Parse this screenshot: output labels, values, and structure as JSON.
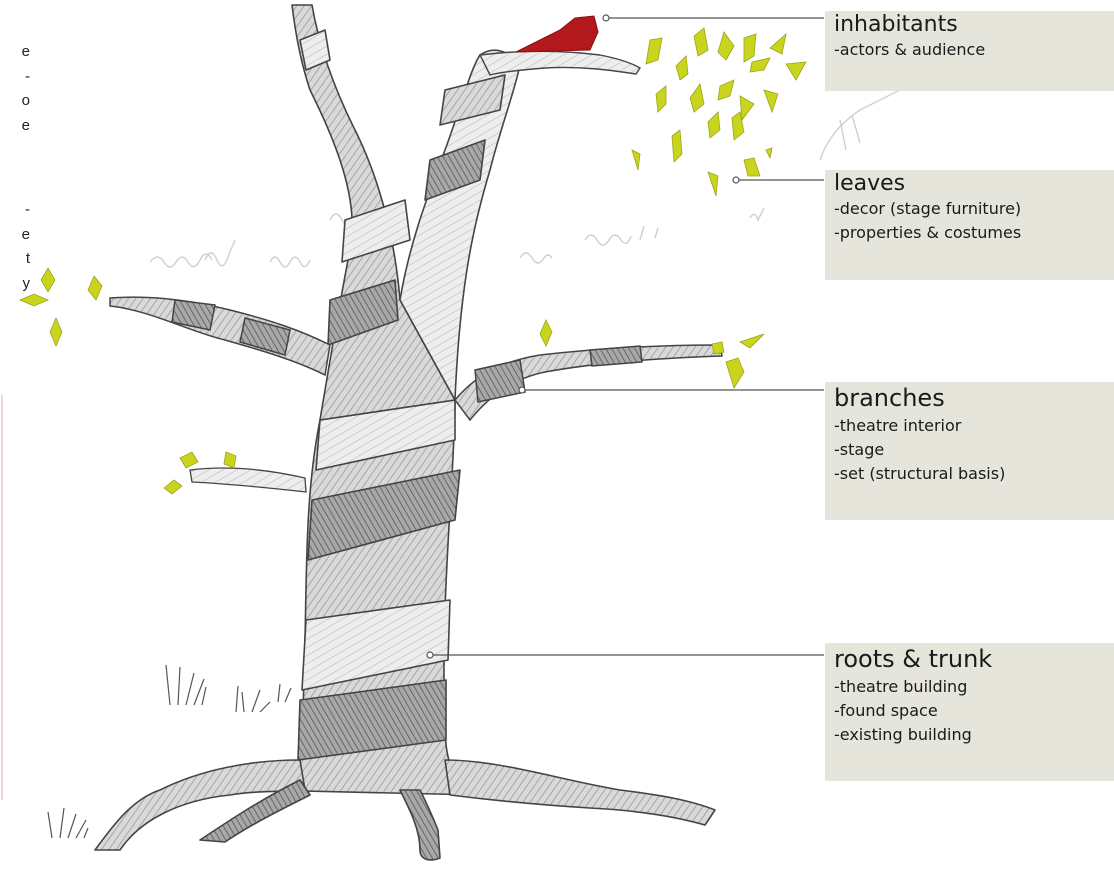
{
  "left_margin_text": {
    "group1": [
      "e",
      "-",
      "o",
      "e"
    ],
    "group2": [
      "-",
      "e",
      "t",
      "y"
    ]
  },
  "labels": [
    {
      "id": "inhabitants",
      "title": "inhabitants",
      "items": [
        "-actors & audience"
      ]
    },
    {
      "id": "leaves",
      "title": "leaves",
      "items": [
        "-decor (stage furniture)",
        "-properties & costumes"
      ]
    },
    {
      "id": "branches",
      "title": "branches",
      "items": [
        "-theatre interior",
        "-stage",
        "-set (structural basis)"
      ]
    },
    {
      "id": "roots",
      "title": "roots & trunk",
      "items": [
        "-theatre building",
        "-found space",
        "-existing building"
      ]
    }
  ],
  "colors": {
    "label_bg": "#e6e5dc",
    "leaf": "#c8d41e",
    "bird": "#b3181d",
    "pencil": "#555555",
    "leader_line": "#555555"
  }
}
